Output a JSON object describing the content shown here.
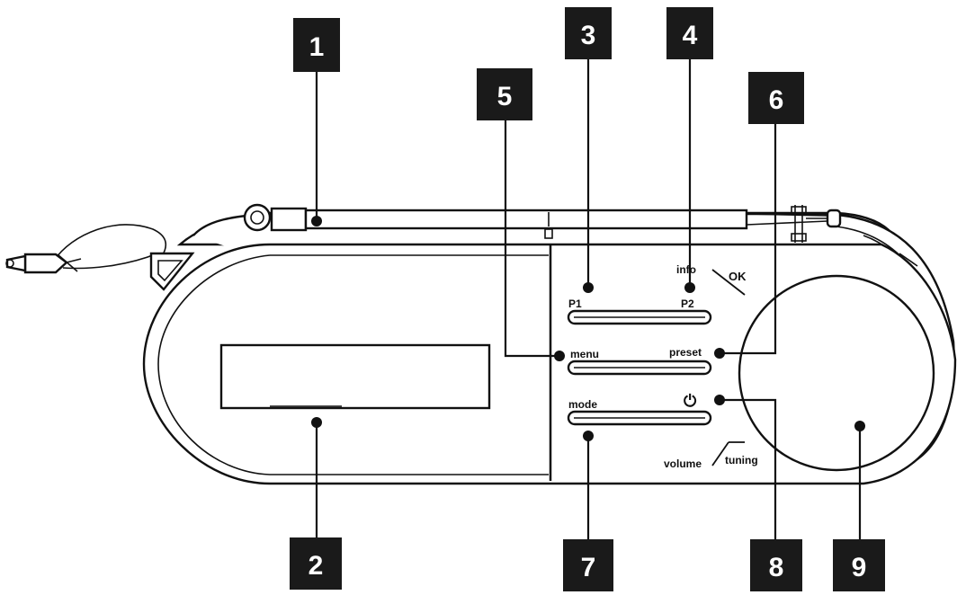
{
  "callouts": [
    {
      "id": "1",
      "number": "1"
    },
    {
      "id": "2",
      "number": "2"
    },
    {
      "id": "3",
      "number": "3"
    },
    {
      "id": "4",
      "number": "4"
    },
    {
      "id": "5",
      "number": "5"
    },
    {
      "id": "6",
      "number": "6"
    },
    {
      "id": "7",
      "number": "7"
    },
    {
      "id": "8",
      "number": "8"
    },
    {
      "id": "9",
      "number": "9"
    }
  ],
  "labels": {
    "p1": "P1",
    "p2": "P2",
    "info": "info",
    "ok": "OK",
    "menu": "menu",
    "preset": "preset",
    "mode": "mode",
    "power_symbol": "⏻",
    "volume": "volume",
    "tuning": "tuning"
  },
  "colors": {
    "ink": "#111111",
    "callout_bg": "#1a1a1a",
    "callout_text": "#ffffff",
    "background": "#ffffff"
  }
}
